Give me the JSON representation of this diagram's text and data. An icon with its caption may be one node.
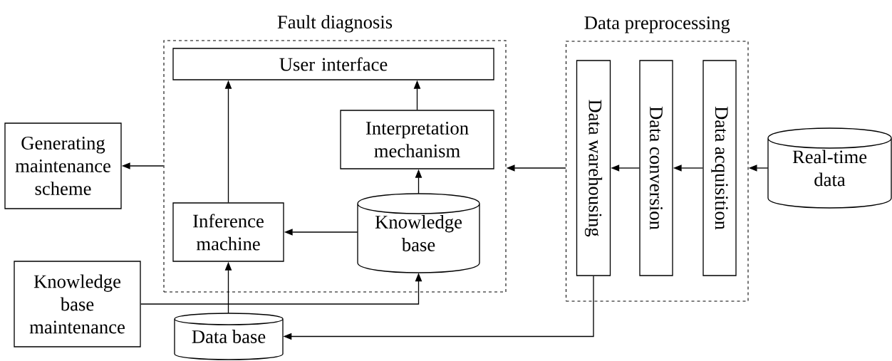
{
  "diagram": {
    "nodes": [
      {
        "text": [
          "Fault diagnosis"
        ]
      },
      {
        "text": [
          "User interface"
        ],
        "in": 0
      },
      {
        "text": [
          "Interpretation mechanism"
        ],
        "in": 0
      },
      {
        "text": [
          "Inference machine"
        ],
        "in": 0
      },
      {
        "text": [
          "Knowledge base"
        ],
        "in": 0
      },
      {
        "text": [
          "Data preprocessing"
        ]
      },
      {
        "text": [
          "Data warehousing"
        ],
        "in": 5
      },
      {
        "text": [
          "Data conversion"
        ],
        "in": 5
      },
      {
        "text": [
          "Data acquisition"
        ],
        "in": 5
      },
      {
        "text": [
          "Real-time data"
        ]
      },
      {
        "text": [
          "Generating maintenance scheme"
        ]
      },
      {
        "text": [
          "Knowledge base maintenance"
        ]
      },
      {
        "text": [
          "Data base"
        ]
      }
    ],
    "edges": [
      {
        "from": 3,
        "to": 1,
        "arrow": "to"
      },
      {
        "from": 2,
        "to": 1,
        "arrow": "to"
      },
      {
        "from": 4,
        "to": 2,
        "arrow": "to"
      },
      {
        "from": 4,
        "to": 3,
        "arrow": "to"
      },
      {
        "from": 12,
        "to": 3,
        "arrow": "to"
      },
      {
        "from": 11,
        "to": 4,
        "arrow": "to"
      },
      {
        "from": 6,
        "to": 12,
        "arrow": "to"
      },
      {
        "from": 0,
        "to": 10,
        "arrow": "to"
      },
      {
        "from": 5,
        "to": 0,
        "arrow": "to"
      },
      {
        "from": 7,
        "to": 6,
        "arrow": "to"
      },
      {
        "from": 8,
        "to": 7,
        "arrow": "to"
      },
      {
        "from": 9,
        "to": 5,
        "arrow": "to"
      }
    ]
  }
}
